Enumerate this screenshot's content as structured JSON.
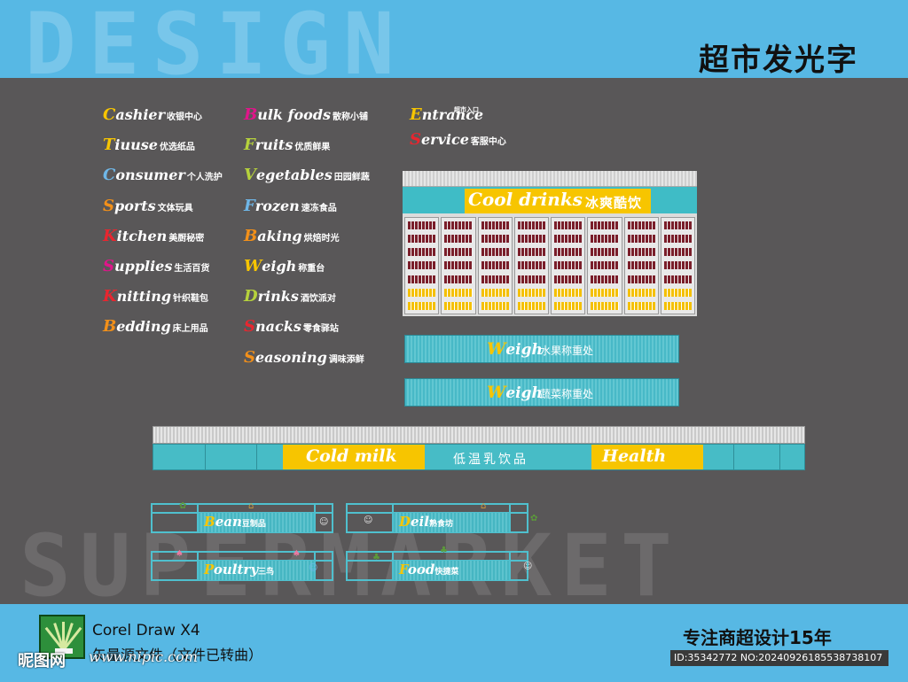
{
  "header": {
    "watermark_top": "DESIGN",
    "title": "超市发光字"
  },
  "stage": {
    "watermark_bottom": "SUPERMARKET"
  },
  "colors": {
    "background_gray": "#595758",
    "band_blue": "#57b8e4",
    "panel_teal": "#47bcc6",
    "plate_yellow": "#f7c500"
  },
  "signs": {
    "col1": [
      {
        "first": "C",
        "rest": "ashier",
        "cn": "收银中心",
        "first_color": "#f7c500"
      },
      {
        "first": "T",
        "rest": "iuuse",
        "cn": "优选纸品",
        "first_color": "#f7c500"
      },
      {
        "first": "C",
        "rest": "onsumer",
        "cn": "个人洗护",
        "first_color": "#6fb7e8"
      },
      {
        "first": "S",
        "rest": "ports",
        "cn": "文体玩具",
        "first_color": "#f39019"
      },
      {
        "first": "K",
        "rest": "itchen",
        "cn": "美厨秘密",
        "first_color": "#e8262f"
      },
      {
        "first": "S",
        "rest": "upplies",
        "cn": "生活百货",
        "first_color": "#e0158a"
      },
      {
        "first": "K",
        "rest": "nitting",
        "cn": "针织鞋包",
        "first_color": "#e8262f"
      },
      {
        "first": "B",
        "rest": "edding",
        "cn": "床上用品",
        "first_color": "#f39019"
      }
    ],
    "col2": [
      {
        "first": "B",
        "rest": "ulk foods",
        "cn": "散称小铺",
        "first_color": "#e0158a"
      },
      {
        "first": "F",
        "rest": "ruits",
        "cn": "优质鲜果",
        "first_color": "#b6d23c"
      },
      {
        "first": "V",
        "rest": "egetables",
        "cn": "田园鲜蔬",
        "first_color": "#b6d23c"
      },
      {
        "first": "F",
        "rest": "rozen",
        "cn": "速冻食品",
        "first_color": "#6fb7e8"
      },
      {
        "first": "B",
        "rest": "aking",
        "cn": "烘焙时光",
        "first_color": "#f39019"
      },
      {
        "first": "W",
        "rest": "eigh",
        "cn": "称重台",
        "first_color": "#f7c500"
      },
      {
        "first": "D",
        "rest": "rinks",
        "cn": "酒饮派对",
        "first_color": "#b6d23c"
      },
      {
        "first": "S",
        "rest": "nacks",
        "cn": "零食驿站",
        "first_color": "#e8262f"
      },
      {
        "first": "S",
        "rest": "easoning",
        "cn": "调味添鲜",
        "first_color": "#f39019"
      }
    ],
    "col3": [
      {
        "first": "E",
        "rest": "ntrance",
        "cn": "",
        "sup": "超市入口",
        "first_color": "#f7c500"
      },
      {
        "first": "S",
        "rest": "ervice",
        "cn": "客服中心",
        "first_color": "#e8262f"
      }
    ]
  },
  "cooler": {
    "label_en": "Cool drinks",
    "label_cn": "冰爽酷饮"
  },
  "weigh_bars": [
    {
      "first": "W",
      "rest": "eigh",
      "cn": "水果称重处"
    },
    {
      "first": "W",
      "rest": "eigh",
      "cn": "蔬菜称重处"
    }
  ],
  "milk_counter": {
    "label_left": "Cold  milk",
    "label_cn": "低温乳饮品",
    "label_right": "Health"
  },
  "counters": [
    {
      "first": "B",
      "rest": "ean",
      "cn": "豆制品"
    },
    {
      "first": "D",
      "rest": "eil",
      "cn": "熟食坊"
    },
    {
      "first": "P",
      "rest": "oultry",
      "cn": "三鸟"
    },
    {
      "first": "F",
      "rest": "ood",
      "cn": "快捷菜"
    }
  ],
  "footer": {
    "software": "Corel Draw X4",
    "note": "矢量源文件（文件已转曲）",
    "slogan": "专注商超设计15年",
    "site_name": "昵图网",
    "site_url": "www.nipic.com",
    "id_text": "ID:35342772 NO:20240926185538738107"
  }
}
